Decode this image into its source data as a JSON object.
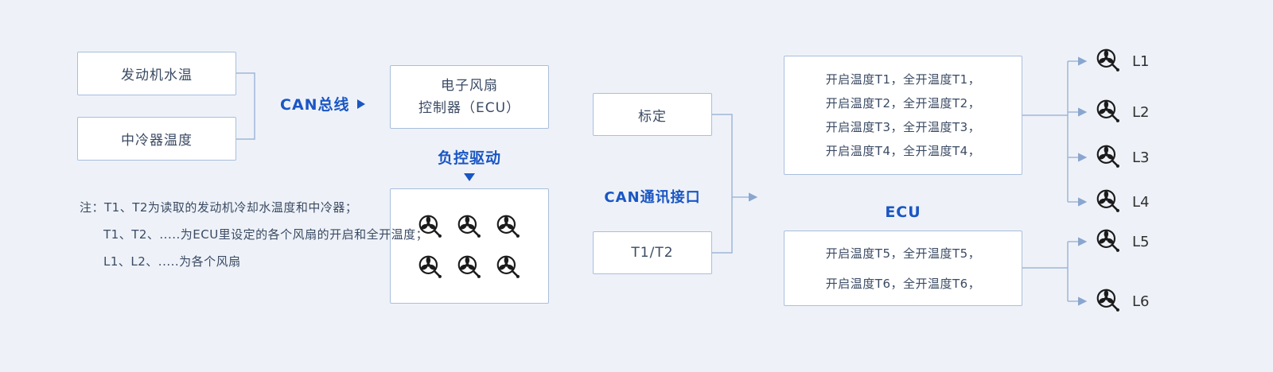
{
  "colors": {
    "background": "#eef2f8",
    "box_border": "#a9bedd",
    "box_background": "#ffffff",
    "accent_blue": "#1a56c4",
    "text_dark": "#3a4a63",
    "connector": "#9fb6d8",
    "fan_icon": "#1b1b1b"
  },
  "sensors": {
    "engine_water_temp": "发动机水温",
    "intercooler_temp": "中冷器温度"
  },
  "can_bus_label": "CAN总线",
  "ecu_box": {
    "line1": "电子风扇",
    "line2": "控制器（ECU）"
  },
  "negative_drive_label": "负控驱动",
  "note": {
    "line1": "注：T1、T2为读取的发动机冷却水温度和中冷器；",
    "line2": "T1、T2、.....为ECU里设定的各个风扇的开启和全开温度；",
    "line3": "L1、L2、.....为各个风扇"
  },
  "calibration_label": "标定",
  "can_interface_label": "CAN通讯接口",
  "t1t2_label": "T1/T2",
  "ecu_label": "ECU",
  "fan_group_a": {
    "lines": [
      "开启温度T1，全开温度T1，",
      "开启温度T2，全开温度T2，",
      "开启温度T3，全开温度T3，",
      "开启温度T4，全开温度T4，"
    ],
    "fans": [
      "L1",
      "L2",
      "L3",
      "L4"
    ]
  },
  "fan_group_b": {
    "lines": [
      "开启温度T5，全开温度T5，",
      "开启温度T6，全开温度T6，"
    ],
    "fans": [
      "L5",
      "L6"
    ]
  }
}
